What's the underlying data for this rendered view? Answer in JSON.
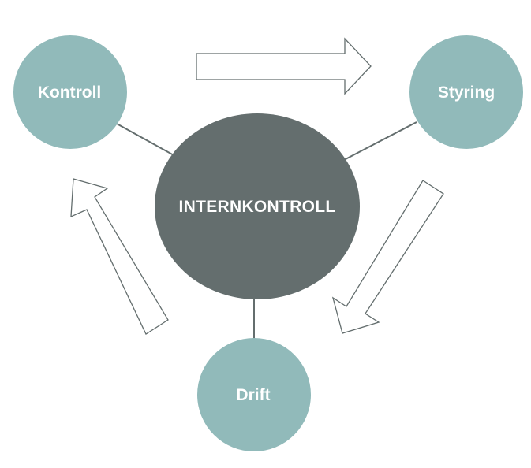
{
  "diagram": {
    "center": {
      "label": "INTERNKONTROLL",
      "color": "#646e6e"
    },
    "nodes": [
      {
        "id": "kontroll",
        "label": "Kontroll",
        "color": "#91baba"
      },
      {
        "id": "styring",
        "label": "Styring",
        "color": "#91baba"
      },
      {
        "id": "drift",
        "label": "Drift",
        "color": "#91baba"
      }
    ],
    "connector_color": "#646e6e",
    "arrow_stroke_color": "#646e6e",
    "arrow_fill_color": "#ffffff",
    "cycle": [
      {
        "from": "kontroll",
        "to": "styring"
      },
      {
        "from": "styring",
        "to": "drift"
      },
      {
        "from": "drift",
        "to": "kontroll"
      }
    ]
  }
}
